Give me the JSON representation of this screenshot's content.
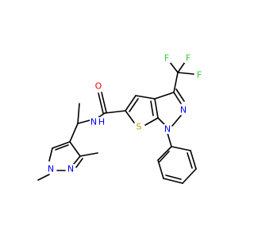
{
  "colors": {
    "bond": "#000000",
    "nitrogen": "#0000FF",
    "oxygen": "#FF0000",
    "sulfur": "#B8A000",
    "fluorine": "#33CC33",
    "background": "#FFFFFF"
  },
  "atoms": {
    "o1": {
      "symbol": "O",
      "element": "oxygen"
    },
    "n_amide": {
      "symbol": "N",
      "element": "nitrogen"
    },
    "h_amide": {
      "symbol": "H",
      "element": "nitrogen"
    },
    "f1": {
      "symbol": "F",
      "element": "fluorine"
    },
    "f2": {
      "symbol": "F",
      "element": "fluorine"
    },
    "f3": {
      "symbol": "F",
      "element": "fluorine"
    },
    "s1": {
      "symbol": "S",
      "element": "sulfur"
    },
    "n_ring1": {
      "symbol": "N",
      "element": "nitrogen"
    },
    "n_ring2": {
      "symbol": "N",
      "element": "nitrogen"
    },
    "n_pz1": {
      "symbol": "N",
      "element": "nitrogen"
    },
    "n_pz2": {
      "symbol": "N",
      "element": "nitrogen"
    }
  }
}
